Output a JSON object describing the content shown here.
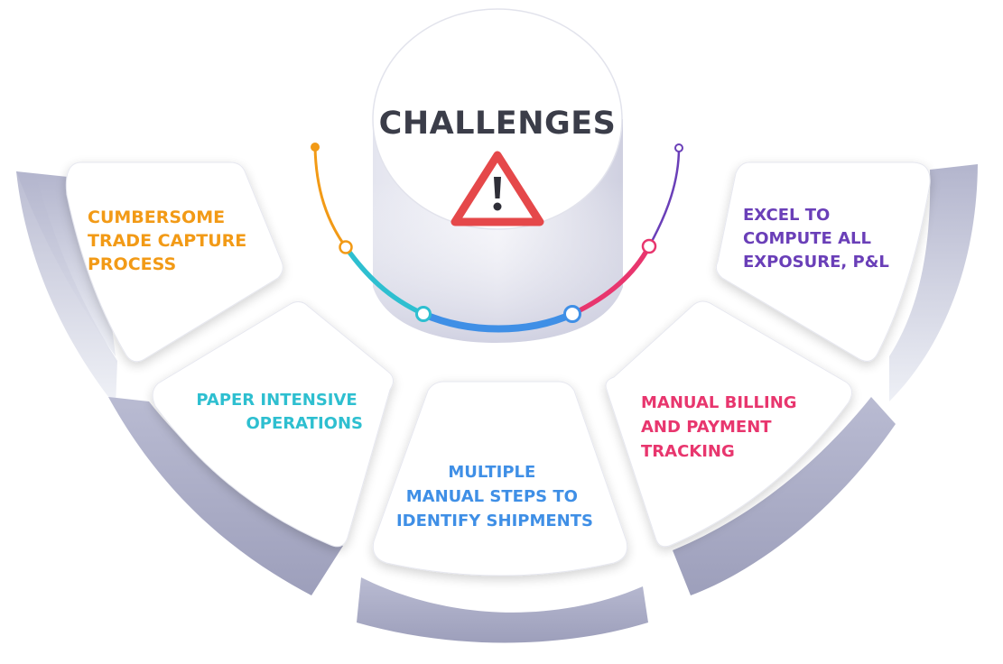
{
  "title": "CHALLENGES",
  "icon": "warning-icon",
  "colors": {
    "orange": "#f29a16",
    "cyan": "#2ebfd0",
    "blue": "#3f8fe6",
    "pink": "#e8366e",
    "purple": "#6a3fb8",
    "title_text": "#3b3d49",
    "warning_red": "#e5484a",
    "rim": "#aeb0c9"
  },
  "challenges": [
    {
      "id": "trade-capture",
      "lines": [
        "CUMBERSOME",
        "TRADE CAPTURE",
        "PROCESS"
      ],
      "color": "#f29a16"
    },
    {
      "id": "paper-operations",
      "lines": [
        "PAPER INTENSIVE",
        "OPERATIONS"
      ],
      "color": "#2ebfd0"
    },
    {
      "id": "identify-shipments",
      "lines": [
        "MULTIPLE",
        "MANUAL STEPS TO",
        "IDENTIFY SHIPMENTS"
      ],
      "color": "#3f8fe6"
    },
    {
      "id": "billing-payment",
      "lines": [
        "MANUAL BILLING",
        "AND PAYMENT",
        "TRACKING"
      ],
      "color": "#e8366e"
    },
    {
      "id": "excel-exposure",
      "lines": [
        "EXCEL TO",
        "COMPUTE ALL",
        "EXPOSURE, P&L"
      ],
      "color": "#6a3fb8"
    }
  ]
}
